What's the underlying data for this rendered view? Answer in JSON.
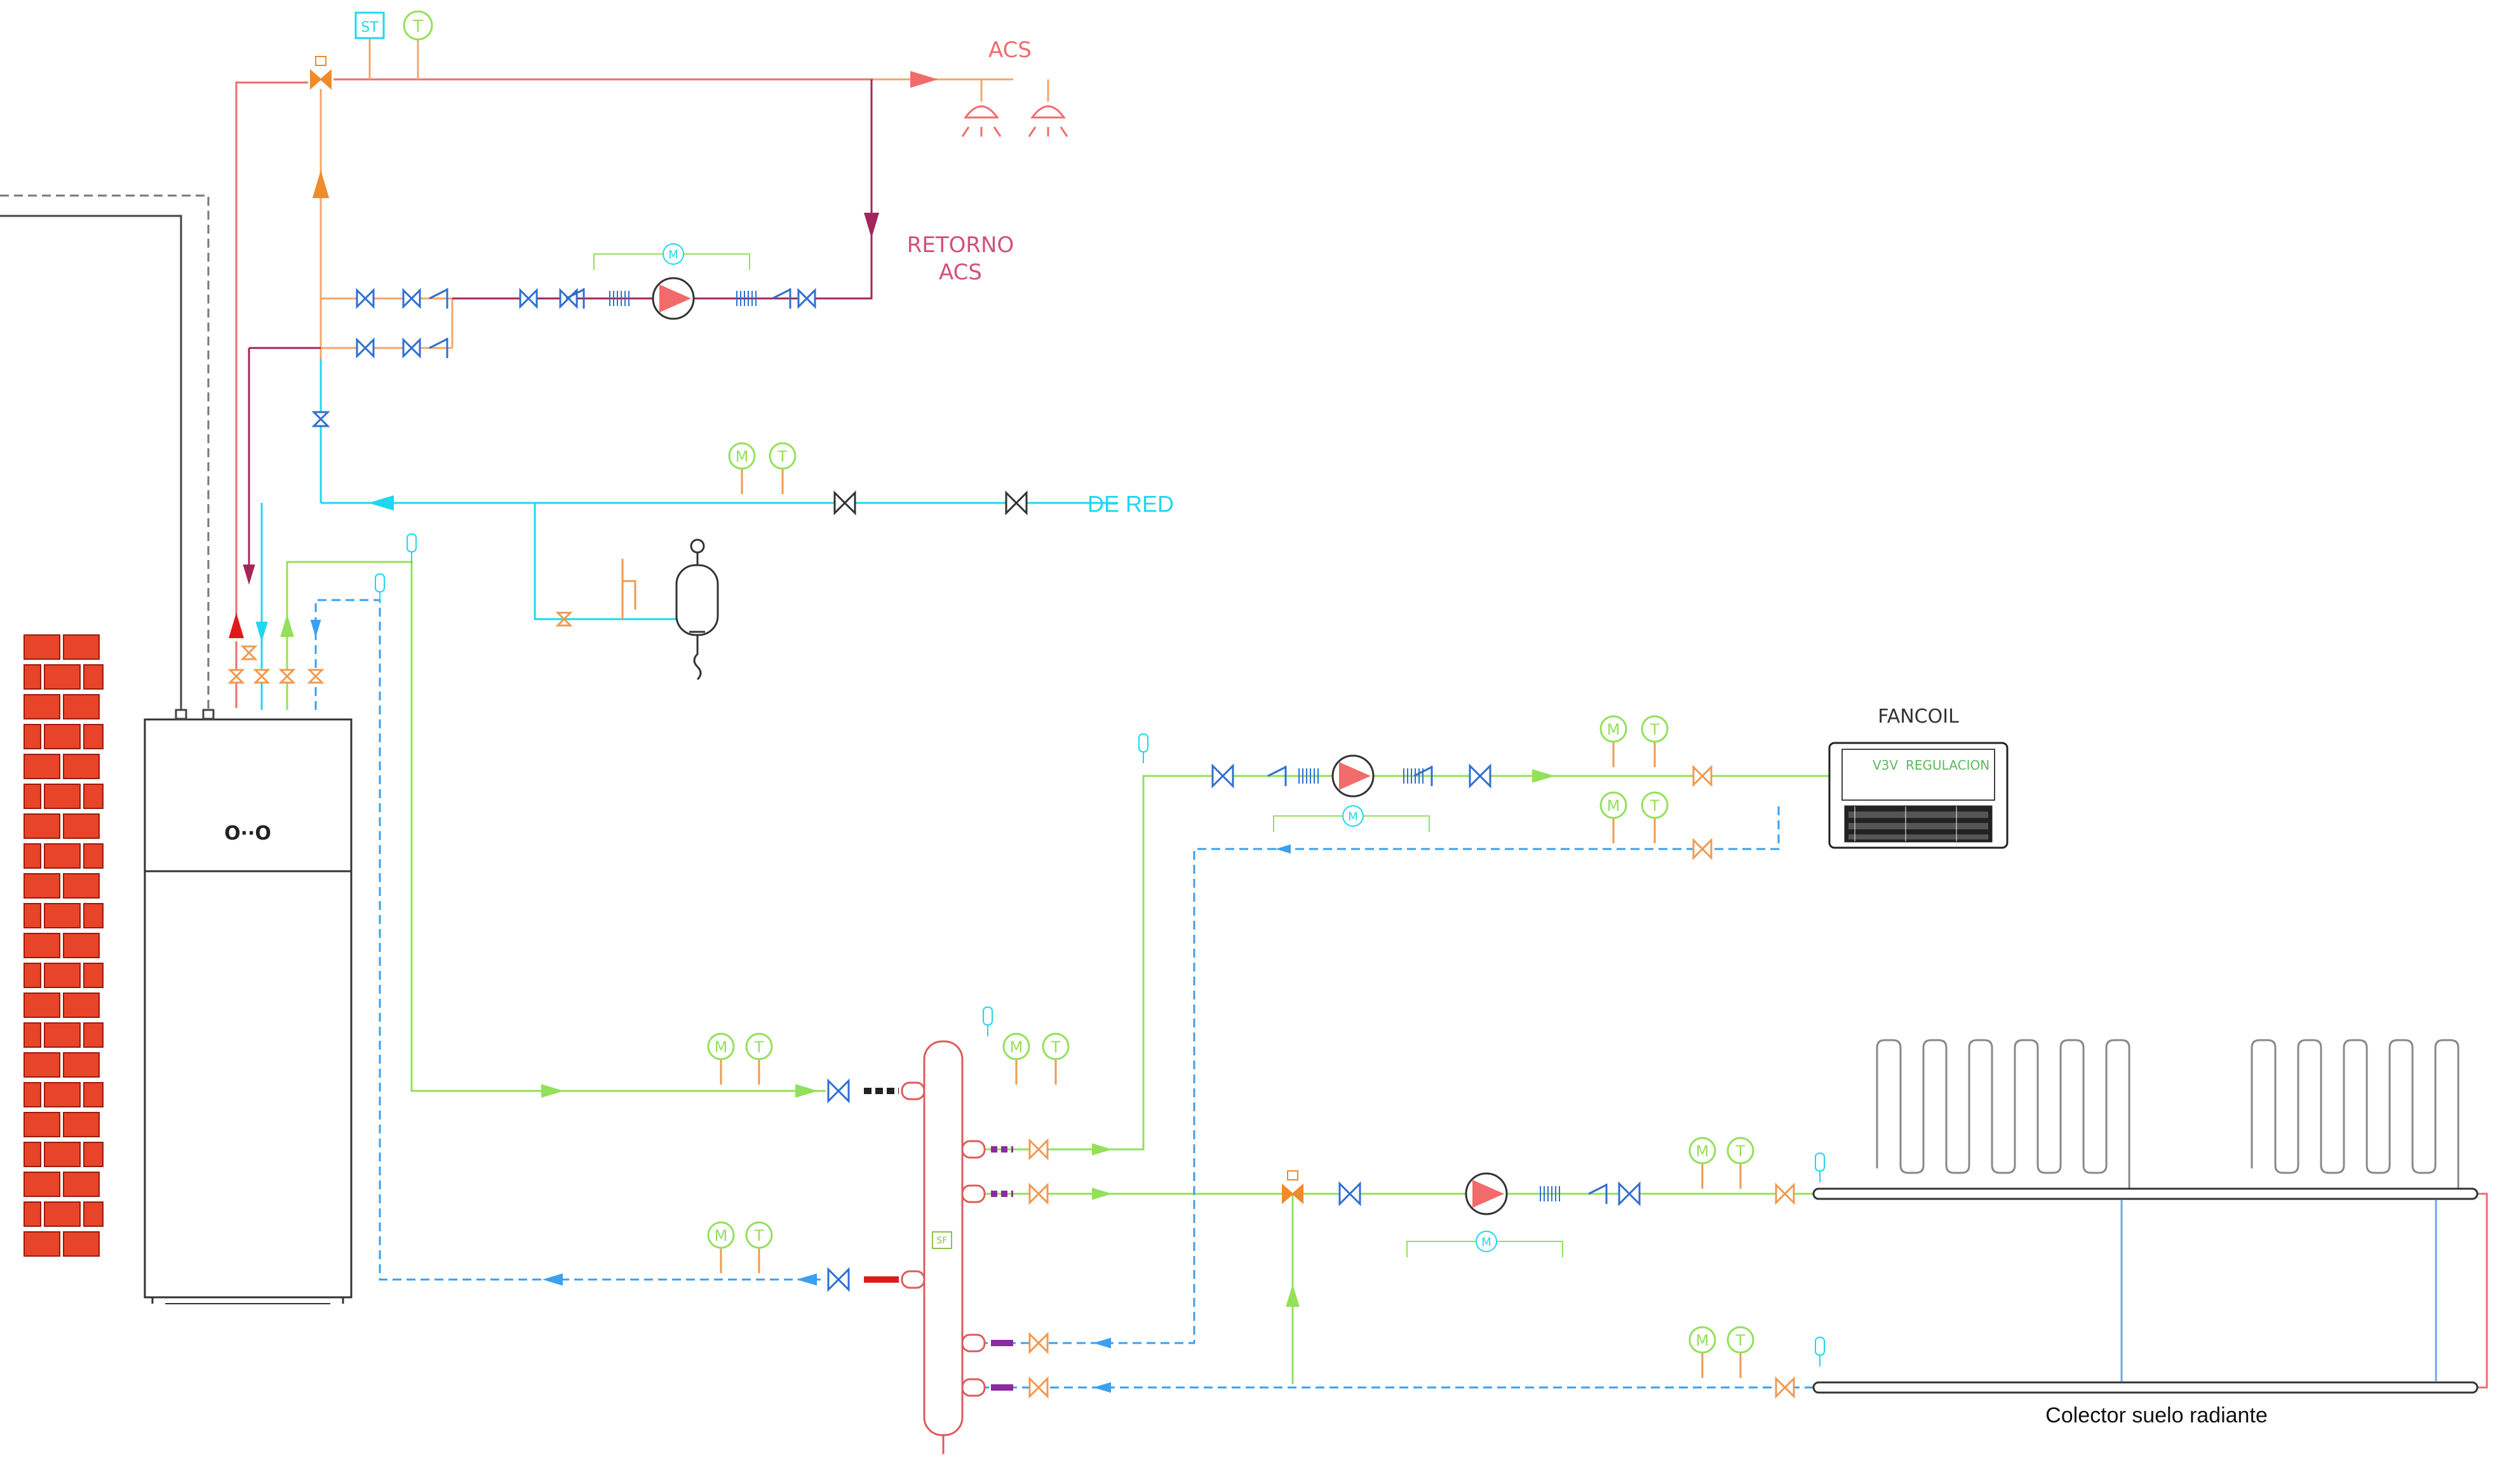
{
  "labels": {
    "acs": "ACS",
    "retorno": "RETORNO",
    "retorno_acs": "ACS",
    "de_red": "DE RED",
    "fancoil": "FANCOIL",
    "v3v": "V3V",
    "regulacion": "REGULACION",
    "colector": "Colector suelo radiante"
  },
  "instruments": {
    "st": "ST",
    "t": "T",
    "m": "M",
    "sf": "SF"
  },
  "unit_display": "O∙∙O",
  "colors": {
    "hot": "#f26b6b",
    "dhw": "#f4a46a",
    "return_acs": "#a2265a",
    "cold_water": "#1fd7ee",
    "supply": "#93e05a",
    "return": "#3aa0f0",
    "valve": "#f09a50",
    "component_blue": "#2f6fd0",
    "gauge": "#93e05a",
    "brick": "#e8442a",
    "dark": "#222222"
  }
}
